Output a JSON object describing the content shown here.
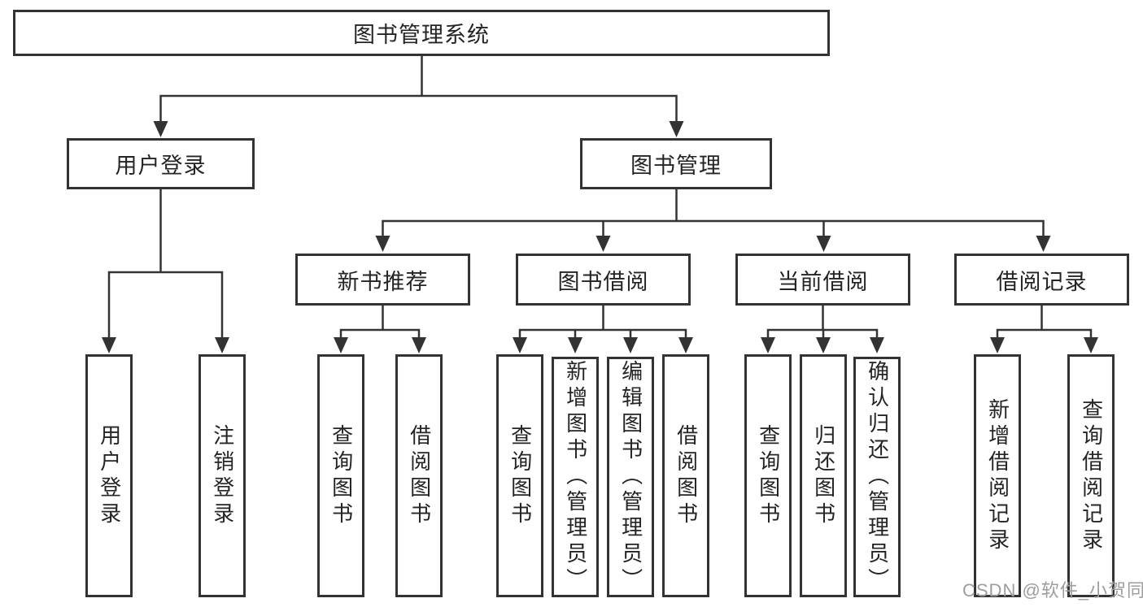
{
  "diagram": {
    "title": "图书管理系统",
    "tree": {
      "label": "图书管理系统",
      "children": [
        {
          "label": "用户登录",
          "children": [
            {
              "label": "用户登录"
            },
            {
              "label": "注销登录"
            }
          ]
        },
        {
          "label": "图书管理",
          "children": [
            {
              "label": "新书推荐",
              "children": [
                {
                  "label": "查询图书"
                },
                {
                  "label": "借阅图书"
                }
              ]
            },
            {
              "label": "图书借阅",
              "children": [
                {
                  "label": "查询图书"
                },
                {
                  "label": "新增图书（管理员）"
                },
                {
                  "label": "编辑图书（管理员）"
                },
                {
                  "label": "借阅图书"
                }
              ]
            },
            {
              "label": "当前借阅",
              "children": [
                {
                  "label": "查询图书"
                },
                {
                  "label": "归还图书"
                },
                {
                  "label": "确认归还（管理员）"
                }
              ]
            },
            {
              "label": "借阅记录",
              "children": [
                {
                  "label": "新增借阅记录"
                },
                {
                  "label": "查询借阅记录"
                }
              ]
            }
          ]
        }
      ]
    }
  },
  "watermark": {
    "text": "CSDN @软件_小贺同学"
  },
  "colors": {
    "line": "#333333",
    "box_border": "#333333",
    "text": "#242424",
    "background": "#ffffff",
    "watermark": "#9d9d9d"
  }
}
